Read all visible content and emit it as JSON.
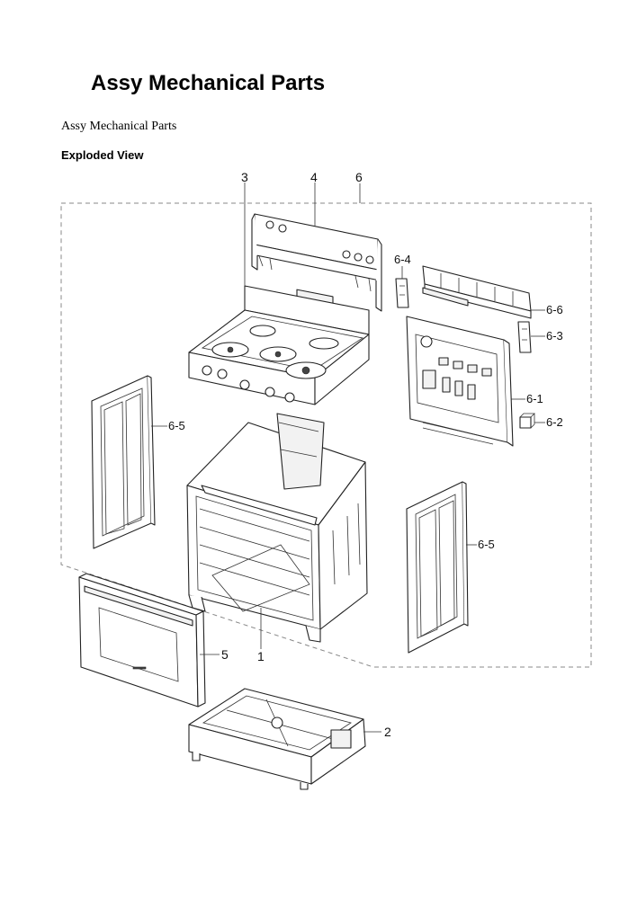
{
  "page_title": "Assy Mechanical Parts",
  "subtitle": "Assy Mechanical Parts",
  "section_heading": "Exploded View",
  "callouts": {
    "c1": "1",
    "c2": "2",
    "c3": "3",
    "c4": "4",
    "c5": "5",
    "c6": "6",
    "c6_1": "6-1",
    "c6_2": "6-2",
    "c6_3": "6-3",
    "c6_4": "6-4",
    "c6_5_left": "6-5",
    "c6_5_right": "6-5",
    "c6_6": "6-6"
  }
}
